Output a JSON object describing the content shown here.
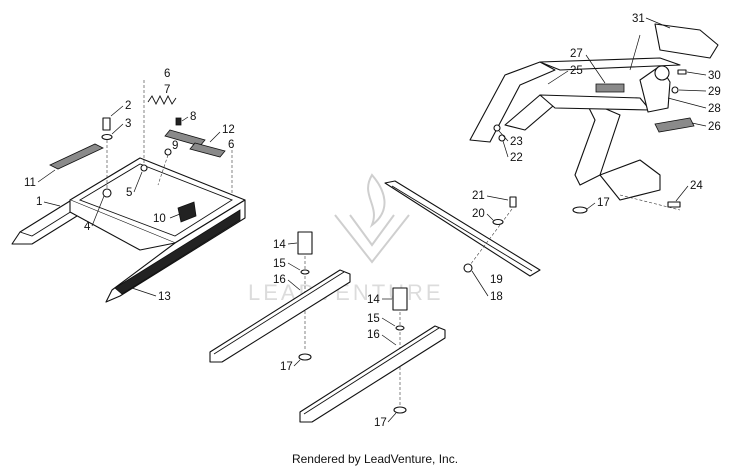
{
  "watermark": {
    "text": "LEADVENTURE"
  },
  "footer": {
    "credit": "Rendered by LeadVenture, Inc."
  },
  "callouts": {
    "c1": "1",
    "c2": "2",
    "c3": "3",
    "c4": "4",
    "c5": "5",
    "c6a": "6",
    "c6b": "6",
    "c7": "7",
    "c8": "8",
    "c9": "9",
    "c10": "10",
    "c11": "11",
    "c12": "12",
    "c13": "13",
    "c14a": "14",
    "c14b": "14",
    "c15a": "15",
    "c15b": "15",
    "c16a": "16",
    "c16b": "16",
    "c17a": "17",
    "c17b": "17",
    "c17c": "17",
    "c18": "18",
    "c19": "19",
    "c20": "20",
    "c21": "21",
    "c22": "22",
    "c23": "23",
    "c24": "24",
    "c25": "25",
    "c26": "26",
    "c27": "27",
    "c28": "28",
    "c29": "29",
    "c30": "30",
    "c31": "31"
  }
}
